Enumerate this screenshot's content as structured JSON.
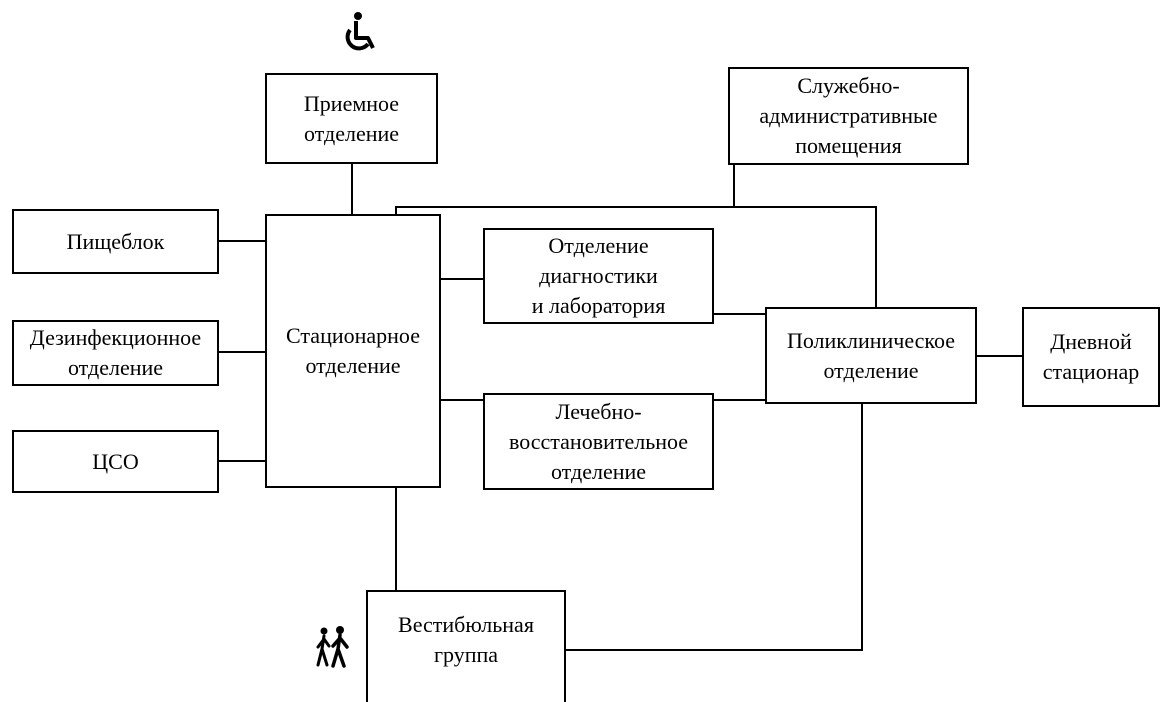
{
  "diagram": {
    "nodes": {
      "priemnoe": "Приемное\nотделение",
      "sluzhebno": "Служебно-\nадминистративные\nпомещения",
      "pishcheblok": "Пищеблок",
      "dezinfekcionnoe": "Дезинфекционное\nотделение",
      "cso": "ЦСО",
      "stacionarnoe": "Стационарное\nотделение",
      "diagnostiki": "Отделение\nдиагностики\nи лаборатория",
      "lechebno": "Лечебно-\nвосстановительное\nотделение",
      "poliklinicheskoe": "Поликлиническое\nотделение",
      "dnevnoi": "Дневной\nстационар",
      "vestibulnaya": "Вестибюльная\nгруппа"
    },
    "icons": {
      "wheelchair": "wheelchair-icon",
      "pedestrians": "pedestrians-icon"
    },
    "colors": {
      "line": "#000000",
      "background": "#ffffff"
    }
  }
}
